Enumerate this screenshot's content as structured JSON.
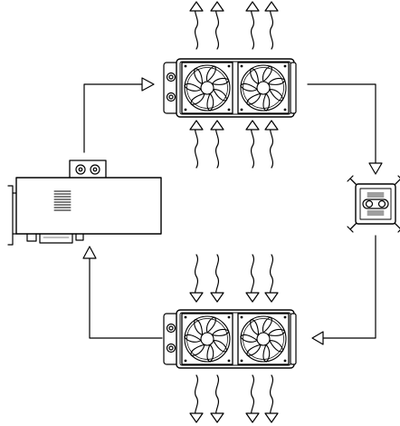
{
  "diagram": {
    "title": "",
    "components": [
      {
        "id": "radiator-top",
        "kind": "radiator",
        "fans": 2
      },
      {
        "id": "cpu-block",
        "kind": "cpu-water-block"
      },
      {
        "id": "radiator-bottom",
        "kind": "radiator",
        "fans": 2
      },
      {
        "id": "gpu-card",
        "kind": "gpu-with-water-block"
      }
    ],
    "loop": [
      "gpu-card",
      "radiator-top",
      "cpu-block",
      "radiator-bottom",
      "gpu-card"
    ],
    "airflow": [
      {
        "radiator": "radiator-top",
        "in": "below",
        "out": "above"
      },
      {
        "radiator": "radiator-bottom",
        "in": "above",
        "out": "below"
      }
    ],
    "colors": {
      "line": "#000000",
      "background": "#ffffff",
      "fill": "#ffffff"
    }
  }
}
